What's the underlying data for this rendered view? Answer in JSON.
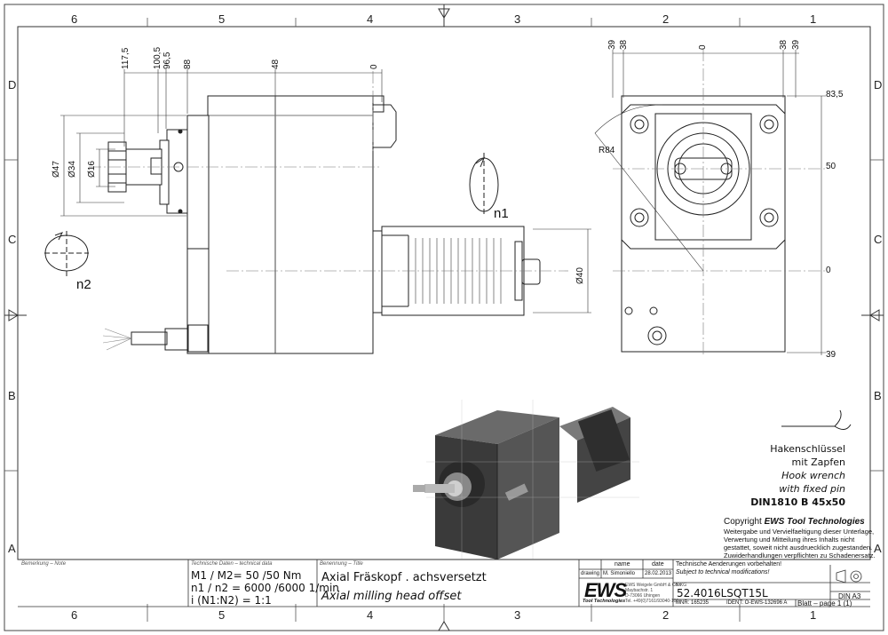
{
  "zones": {
    "columns": [
      "6",
      "5",
      "4",
      "3",
      "2",
      "1"
    ],
    "rows": [
      "D",
      "C",
      "B",
      "A"
    ]
  },
  "dims_top": [
    "117,5",
    "100,5",
    "96,5",
    "88",
    "48",
    "0"
  ],
  "dims_left": [
    "Ø47",
    "Ø34",
    "Ø16"
  ],
  "dim_shank": "Ø40",
  "rot": {
    "n1": "n1",
    "n2": "n2"
  },
  "side_dims": {
    "top": [
      "39",
      "38",
      "0",
      "38",
      "39"
    ],
    "right": [
      "83,5",
      "50",
      "0",
      "39"
    ],
    "radius": "R84"
  },
  "wrench_note": {
    "l1": "Hakenschlüssel",
    "l2": "mit Zapfen",
    "l3": "Hook wrench",
    "l4": "with fixed pin",
    "l5": "DIN1810 B 45x50"
  },
  "copyright": {
    "title_pre": "Copyright ",
    "title_brand": "EWS Tool Technologies",
    "lines": [
      "Weitergabe und Vervielfaeltigung dieser Unterlage,",
      "Verwertung und Mitteilung ihres Inhalts nicht",
      "gestattet, soweit nicht ausdruecklich zugestanden.",
      "Zuwiderhandlungen verpflichten zu Schadenersatz."
    ]
  },
  "title_block": {
    "bemerkung_label": "Bemerkung – Note",
    "techdata_label": "Technische Daten – technical data",
    "benennung_label": "Benennung – Title",
    "line1": "M1 / M2= 50  /50  Nm",
    "line2": "n1 / n2 = 6000 /6000  1/min",
    "line3": "i  (N1:N2)  = 1:1",
    "title_de": "Axial Fräskopf . achsversetzt",
    "title_en": "Axial milling head offset",
    "name_hdr": "name",
    "date_hdr": "date",
    "drawing_lbl": "drawing",
    "drawer": "M. Simoniello",
    "date": "28.02.2013",
    "changes_de": "Technische Aenderungen vorbehalten!",
    "changes_en": "Subject to technical modifications!",
    "nr_lbl": "Nr.",
    "part_no": "52.4016LSQT15L",
    "din": "DIN A3",
    "logo": "EWS",
    "logo_sub": "Tool Technologies",
    "addr": [
      "EWS Weigele GmbH & Co. KG",
      "Maybachstr. 1",
      "D-73066 Uhingen",
      "Tel. +49(0)7161/93040-100"
    ],
    "mnr": "MNR: 165235",
    "ident": "IDENT: O-EWS-132696 A",
    "blatt": "Blatt – page  1 (1)"
  }
}
